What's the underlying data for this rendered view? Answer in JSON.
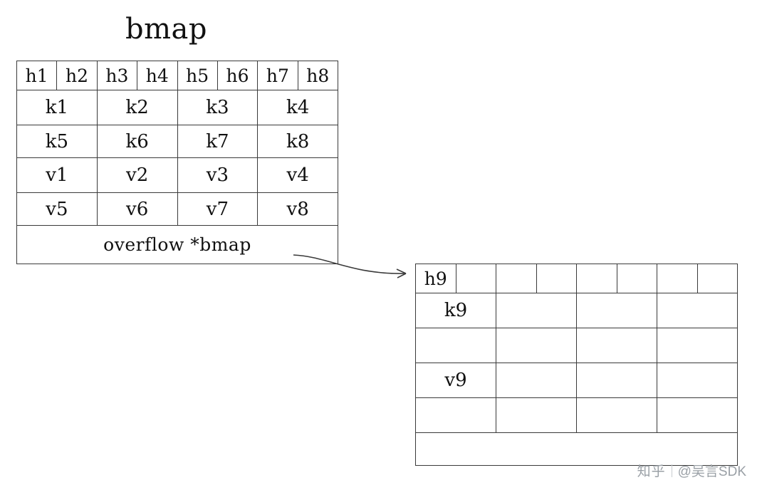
{
  "title": "bmap",
  "bmap": {
    "hash_row": [
      "h1",
      "h2",
      "h3",
      "h4",
      "h5",
      "h6",
      "h7",
      "h8"
    ],
    "key_rows": [
      [
        "k1",
        "k2",
        "k3",
        "k4"
      ],
      [
        "k5",
        "k6",
        "k7",
        "k8"
      ]
    ],
    "value_rows": [
      [
        "v1",
        "v2",
        "v3",
        "v4"
      ],
      [
        "v5",
        "v6",
        "v7",
        "v8"
      ]
    ],
    "overflow_label": "overflow  *bmap"
  },
  "overflow_bucket": {
    "hash_row": [
      "h9",
      "",
      "",
      "",
      "",
      "",
      "",
      ""
    ],
    "key_rows": [
      [
        "k9",
        "",
        "",
        ""
      ],
      [
        "",
        "",
        "",
        ""
      ]
    ],
    "value_rows": [
      [
        "v9",
        "",
        "",
        ""
      ],
      [
        "",
        "",
        "",
        ""
      ]
    ],
    "footer_label": ""
  },
  "watermark": {
    "logo": "知乎",
    "author": "@吴言SDK"
  },
  "colors": {
    "line": "#3a3a3a",
    "text": "#111111",
    "watermark": "#9aa0a6"
  }
}
